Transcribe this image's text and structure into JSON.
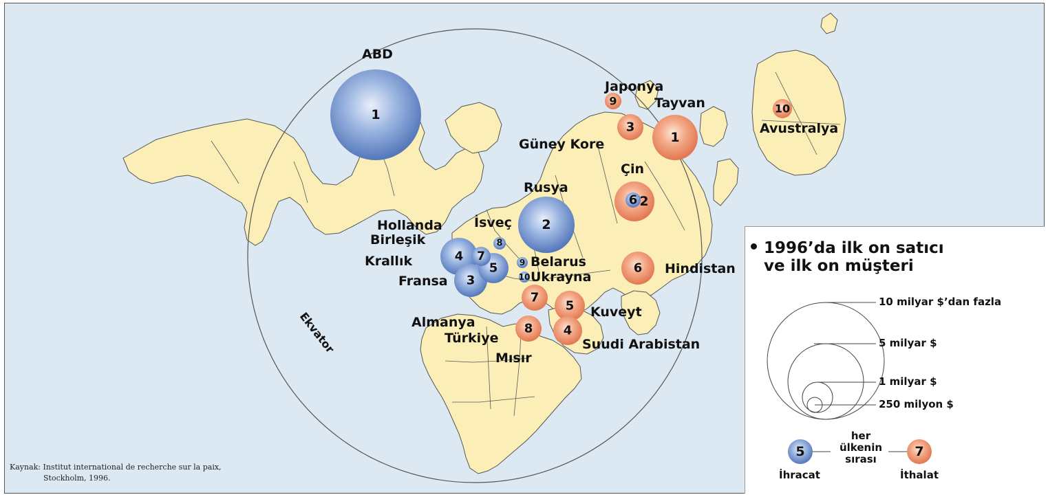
{
  "colors": {
    "ocean": "#dce8f2",
    "land": "#fbefb7",
    "border": "#555555",
    "exporter_blue": "#6c8fcb",
    "importer_orange": "#ec8e6a"
  },
  "equator_label": "Ekvator",
  "countries": [
    {
      "name": "ABD",
      "rank": "1",
      "type": "export"
    },
    {
      "name": "Rusya",
      "rank": "2",
      "type": "export"
    },
    {
      "name": "Fransa",
      "rank": "3",
      "type": "export"
    },
    {
      "name": "Birleşik Krallık",
      "rank": "4",
      "type": "export"
    },
    {
      "name": "Almanya",
      "rank": "5",
      "type": "export"
    },
    {
      "name": "Çin",
      "rank": "6",
      "type": "export"
    },
    {
      "name": "Hollanda",
      "rank": "7",
      "type": "export"
    },
    {
      "name": "İsveç",
      "rank": "8",
      "type": "export"
    },
    {
      "name": "Belarus",
      "rank": "9",
      "type": "export"
    },
    {
      "name": "Ukrayna",
      "rank": "10",
      "type": "export"
    },
    {
      "name": "Tayvan",
      "rank": "1",
      "type": "import"
    },
    {
      "name": "Çin",
      "rank": "2",
      "type": "import"
    },
    {
      "name": "Güney Kore",
      "rank": "3",
      "type": "import"
    },
    {
      "name": "Suudi Arabistan",
      "rank": "4",
      "type": "import"
    },
    {
      "name": "Kuveyt",
      "rank": "5",
      "type": "import"
    },
    {
      "name": "Hindistan",
      "rank": "6",
      "type": "import"
    },
    {
      "name": "Türkiye",
      "rank": "7",
      "type": "import"
    },
    {
      "name": "Mısır",
      "rank": "8",
      "type": "import"
    },
    {
      "name": "Japonya",
      "rank": "9",
      "type": "import"
    },
    {
      "name": "Avustralya",
      "rank": "10",
      "type": "import"
    }
  ],
  "legend": {
    "title_line1": "1996’da ilk on satıcı",
    "title_line2": "ve ilk on müşteri",
    "sizes": [
      "10  milyar $’dan fazla",
      "5 milyar $",
      "1 milyar $",
      "250 milyon $"
    ],
    "export_rank": "5",
    "export_label": "İhracat",
    "import_rank": "7",
    "import_label": "İthalat",
    "rank_caption": [
      "her",
      "ülkenin",
      "sırası"
    ]
  },
  "source": {
    "line1": "Kaynak:  Institut international de recherche sur la paix,",
    "line2": "Stockholm, 1996."
  }
}
